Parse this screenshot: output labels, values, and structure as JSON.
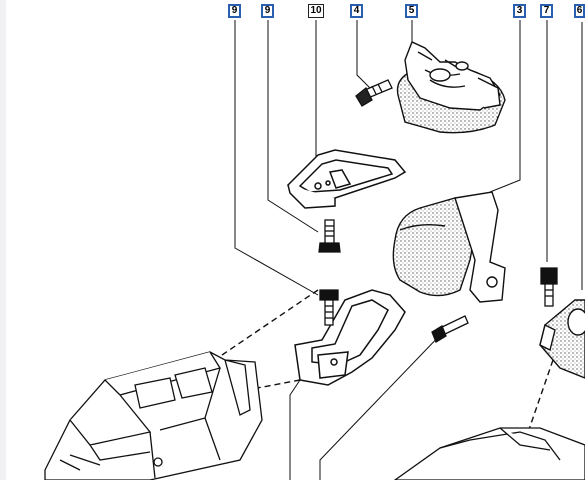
{
  "callouts": [
    {
      "id": "callout-9a",
      "label": "9",
      "style": "blue"
    },
    {
      "id": "callout-9b",
      "label": "9",
      "style": "blue"
    },
    {
      "id": "callout-10",
      "label": "10",
      "style": "plain"
    },
    {
      "id": "callout-4",
      "label": "4",
      "style": "blue"
    },
    {
      "id": "callout-5",
      "label": "5",
      "style": "blue"
    },
    {
      "id": "callout-3",
      "label": "3",
      "style": "blue"
    },
    {
      "id": "callout-7",
      "label": "7",
      "style": "blue"
    },
    {
      "id": "callout-6",
      "label": "6",
      "style": "blue"
    }
  ],
  "parts": [
    "engine-mount-upper",
    "mount-bracket-10",
    "gearbox-mount-3",
    "lower-bracket",
    "bolt-4",
    "bolt-9-upper",
    "bolt-9-lower",
    "bolt-7",
    "bolt-lower-mid",
    "mount-6",
    "van-illustration",
    "car-illustration"
  ],
  "colors": {
    "line": "#111111",
    "callout_border_blue": "#2a5fb0",
    "stipple": "#555555"
  }
}
